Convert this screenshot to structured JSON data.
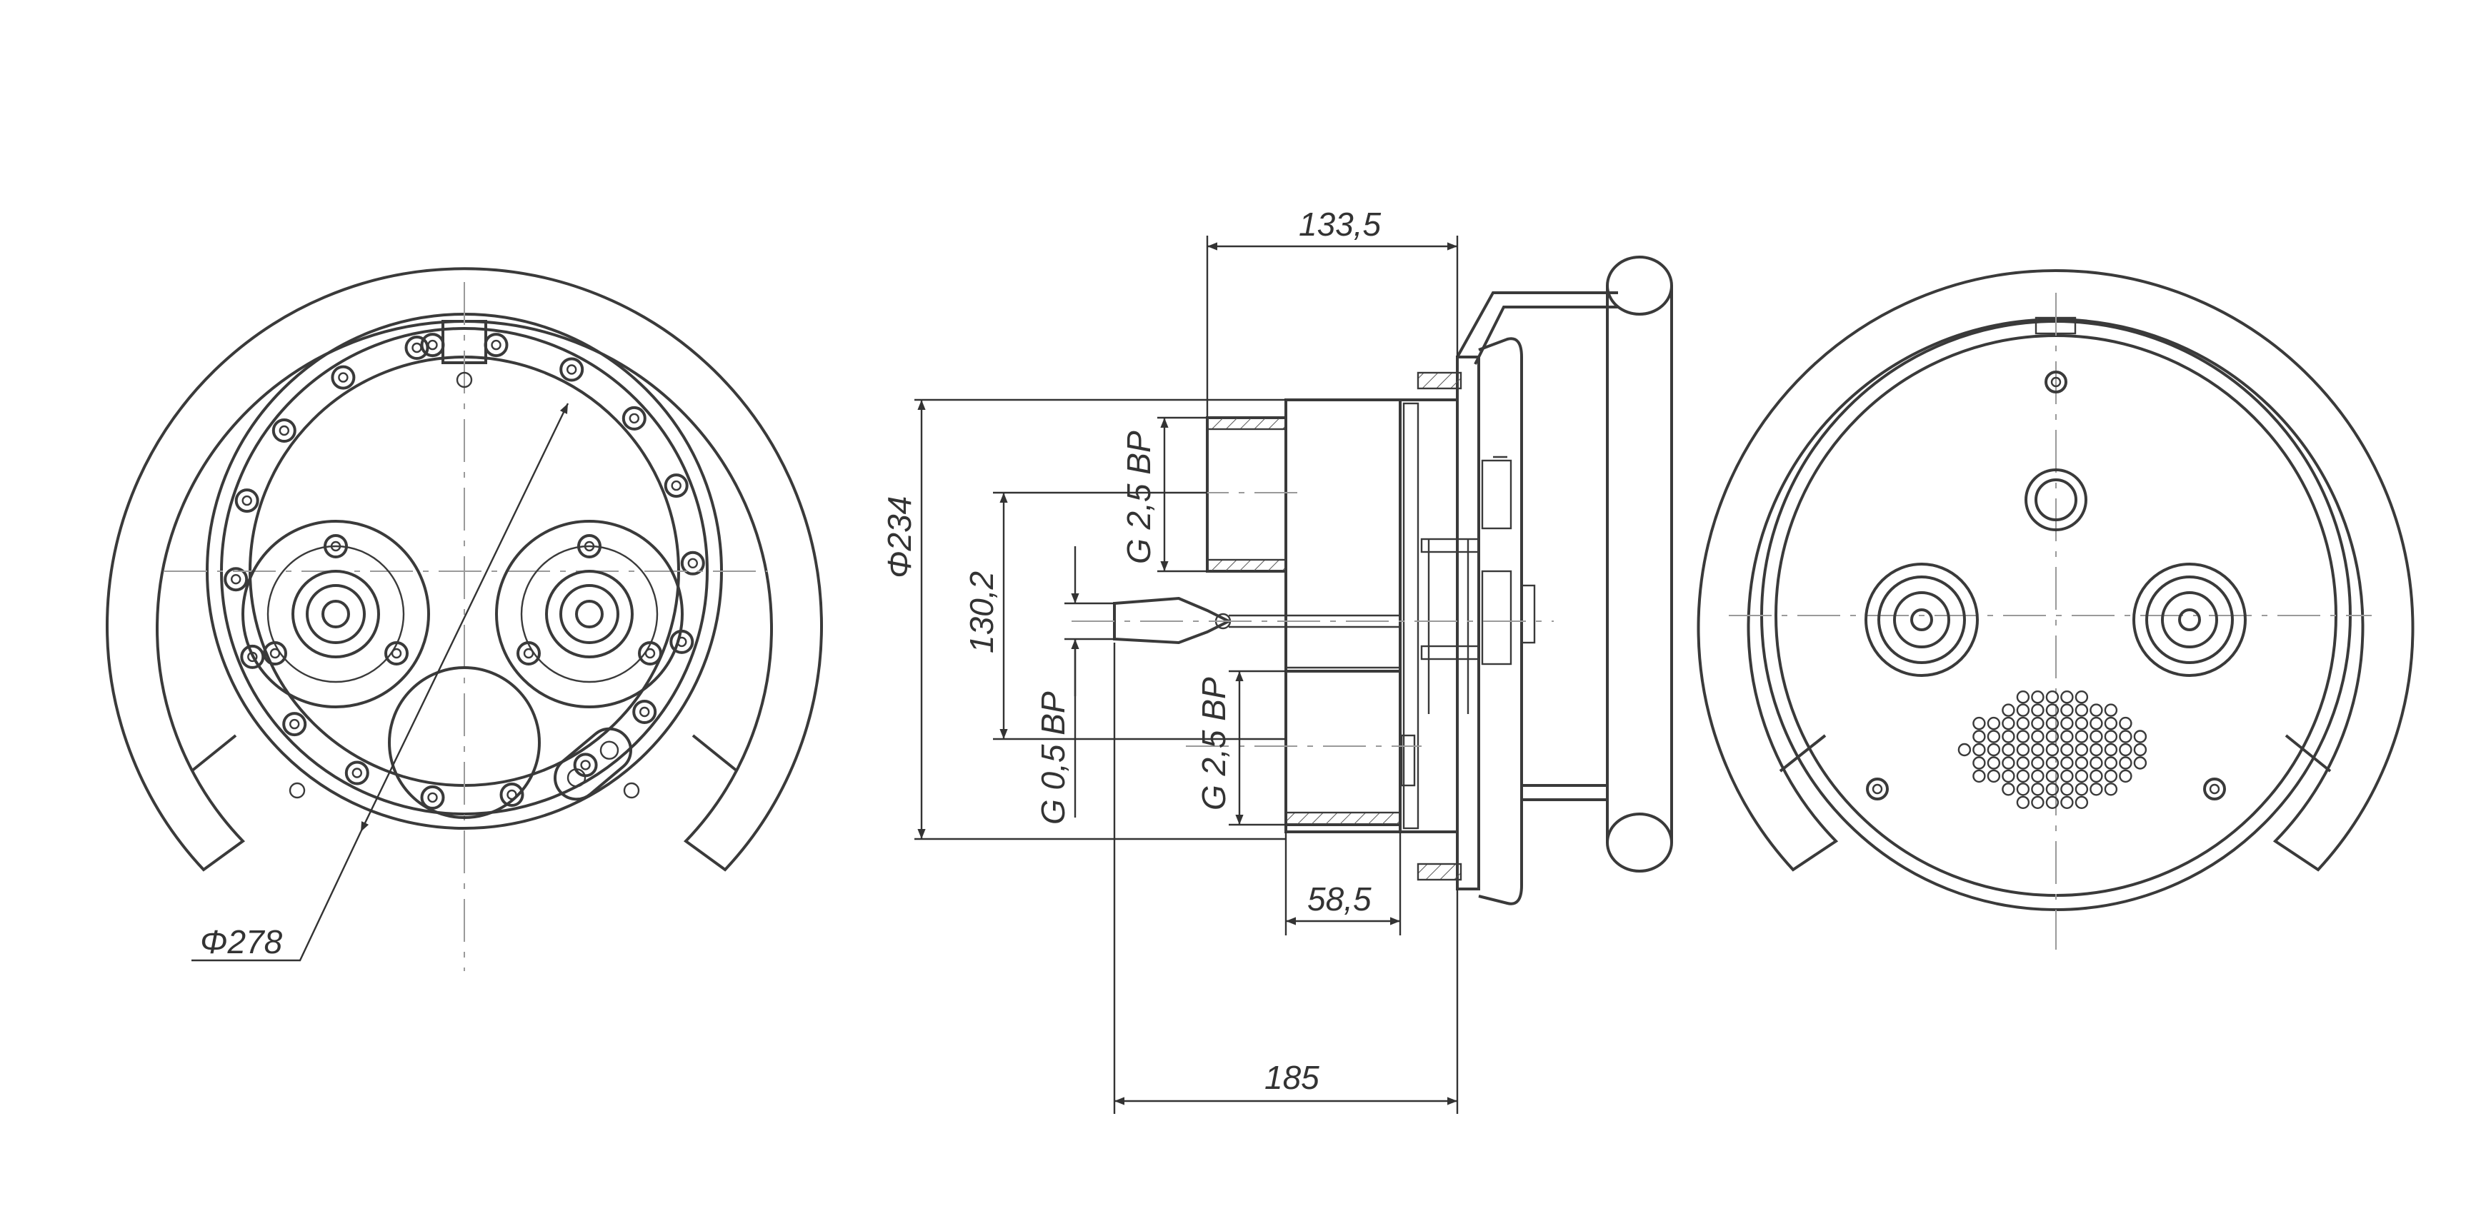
{
  "dimensions": {
    "left_diameter": "Φ278",
    "depth_total": "185",
    "depth_upper": "133,5",
    "flange_offset": "58,5",
    "body_diameter": "Φ234",
    "axis_spacing": "130,2",
    "upper_thread": "G 2,5 ВР",
    "lower_thread": "G 2,5 ВР",
    "small_thread": "G 0,5 ВР"
  }
}
